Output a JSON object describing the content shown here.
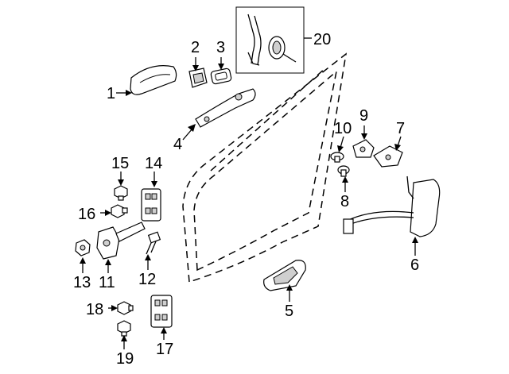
{
  "callouts": {
    "c1": "1",
    "c2": "2",
    "c3": "3",
    "c4": "4",
    "c5": "5",
    "c6": "6",
    "c7": "7",
    "c8": "8",
    "c9": "9",
    "c10": "10",
    "c11": "11",
    "c12": "12",
    "c13": "13",
    "c14": "14",
    "c15": "15",
    "c16": "16",
    "c17": "17",
    "c18": "18",
    "c19": "19",
    "c20": "20"
  },
  "style": {
    "line_color": "#000000",
    "background": "#ffffff",
    "shade_color": "#cfcfcf"
  }
}
